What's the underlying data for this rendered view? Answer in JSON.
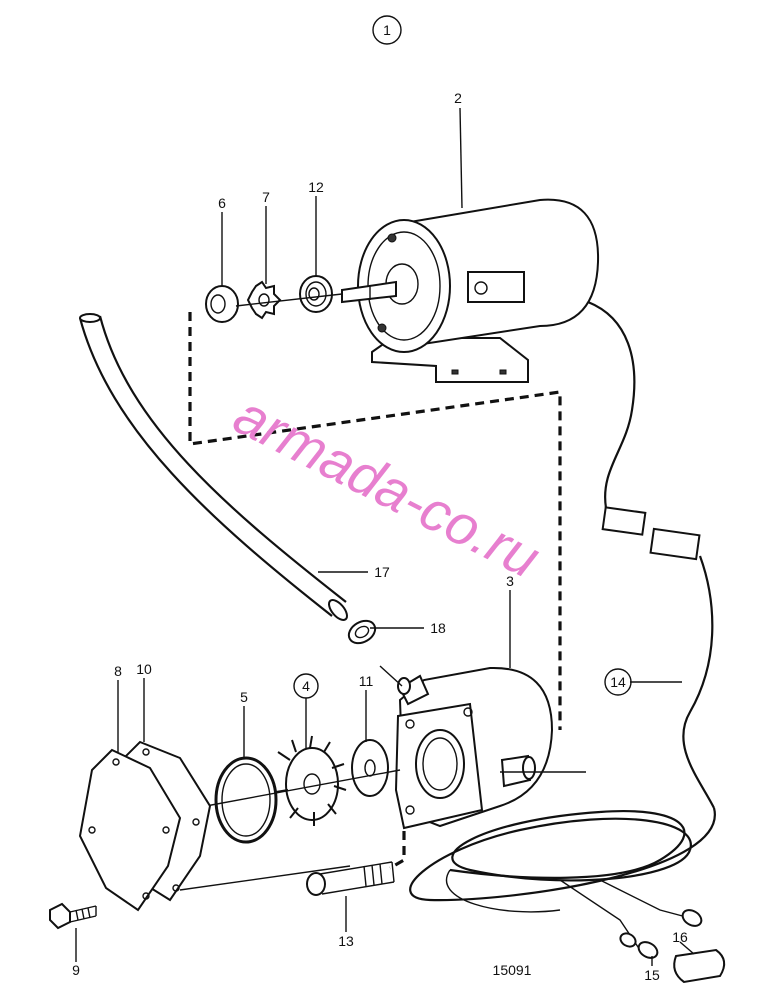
{
  "diagram": {
    "sheet_number": "1",
    "drawing_number": "15091",
    "watermark": "armada-co.ru",
    "callouts": {
      "p2": "2",
      "p3": "3",
      "p4": "4",
      "p5": "5",
      "p6": "6",
      "p7": "7",
      "p8": "8",
      "p9": "9",
      "p10": "10",
      "p11": "11",
      "p12": "12",
      "p13": "13",
      "p14": "14",
      "p15": "15",
      "p16": "16",
      "p17": "17",
      "p18": "18"
    }
  }
}
